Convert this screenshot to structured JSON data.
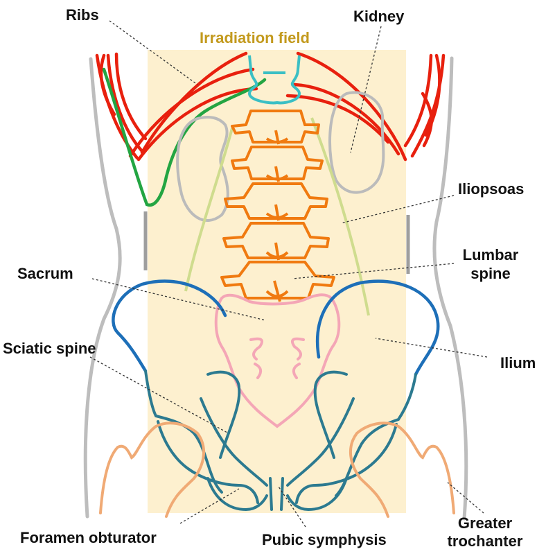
{
  "title": "Irradiation field",
  "labels": {
    "ribs": "Ribs",
    "kidney": "Kidney",
    "iliopsoas": "Iliopsoas",
    "lumbar_spine_line1": "Lumbar",
    "lumbar_spine_line2": "spine",
    "sacrum": "Sacrum",
    "sciatic_spine": "Sciatic spine",
    "ilium": "Ilium",
    "foramen_obturator": "Foramen obturator",
    "pubic_symphysis": "Pubic symphysis",
    "greater_trochanter_line1": "Greater",
    "greater_trochanter_line2": "trochanter"
  },
  "colors": {
    "field": "#fdf0cf",
    "title": "#c39a1e",
    "ribs": "#e8200e",
    "lumbar": "#f07a10",
    "thoracic": "#3bbfc4",
    "kidney": "#bbbbbb",
    "body_outline": "#bdbdbd",
    "iliopsoas": "#cfdc8e",
    "ilium": "#1d6fb8",
    "pelvis": "#2c7a90",
    "sacrum": "#f4a6b6",
    "femur": "#f0aa75",
    "liver_edge": "#23a542"
  }
}
